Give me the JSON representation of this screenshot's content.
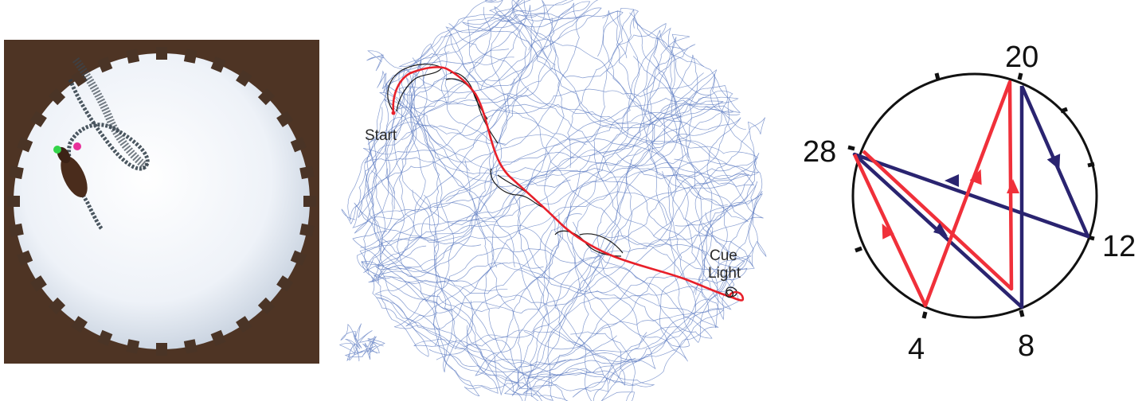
{
  "panel_b": {
    "start_label": "Start",
    "cue_label_line1": "Cue",
    "cue_label_line2": "Light"
  },
  "panel_c": {
    "label_20": "20",
    "label_28": "28",
    "label_12": "12",
    "label_4": "4",
    "label_8": "8"
  },
  "colors": {
    "arena_bg": "#f4f7fb",
    "frame_brown": "#5a3a26",
    "wall_tab": "#4a3426",
    "random_paths": "#5b79c0",
    "trajectory": "#e8202a",
    "black_trace": "#1a1a1a",
    "path_red": "#f0303a",
    "path_navy": "#2a2470"
  }
}
